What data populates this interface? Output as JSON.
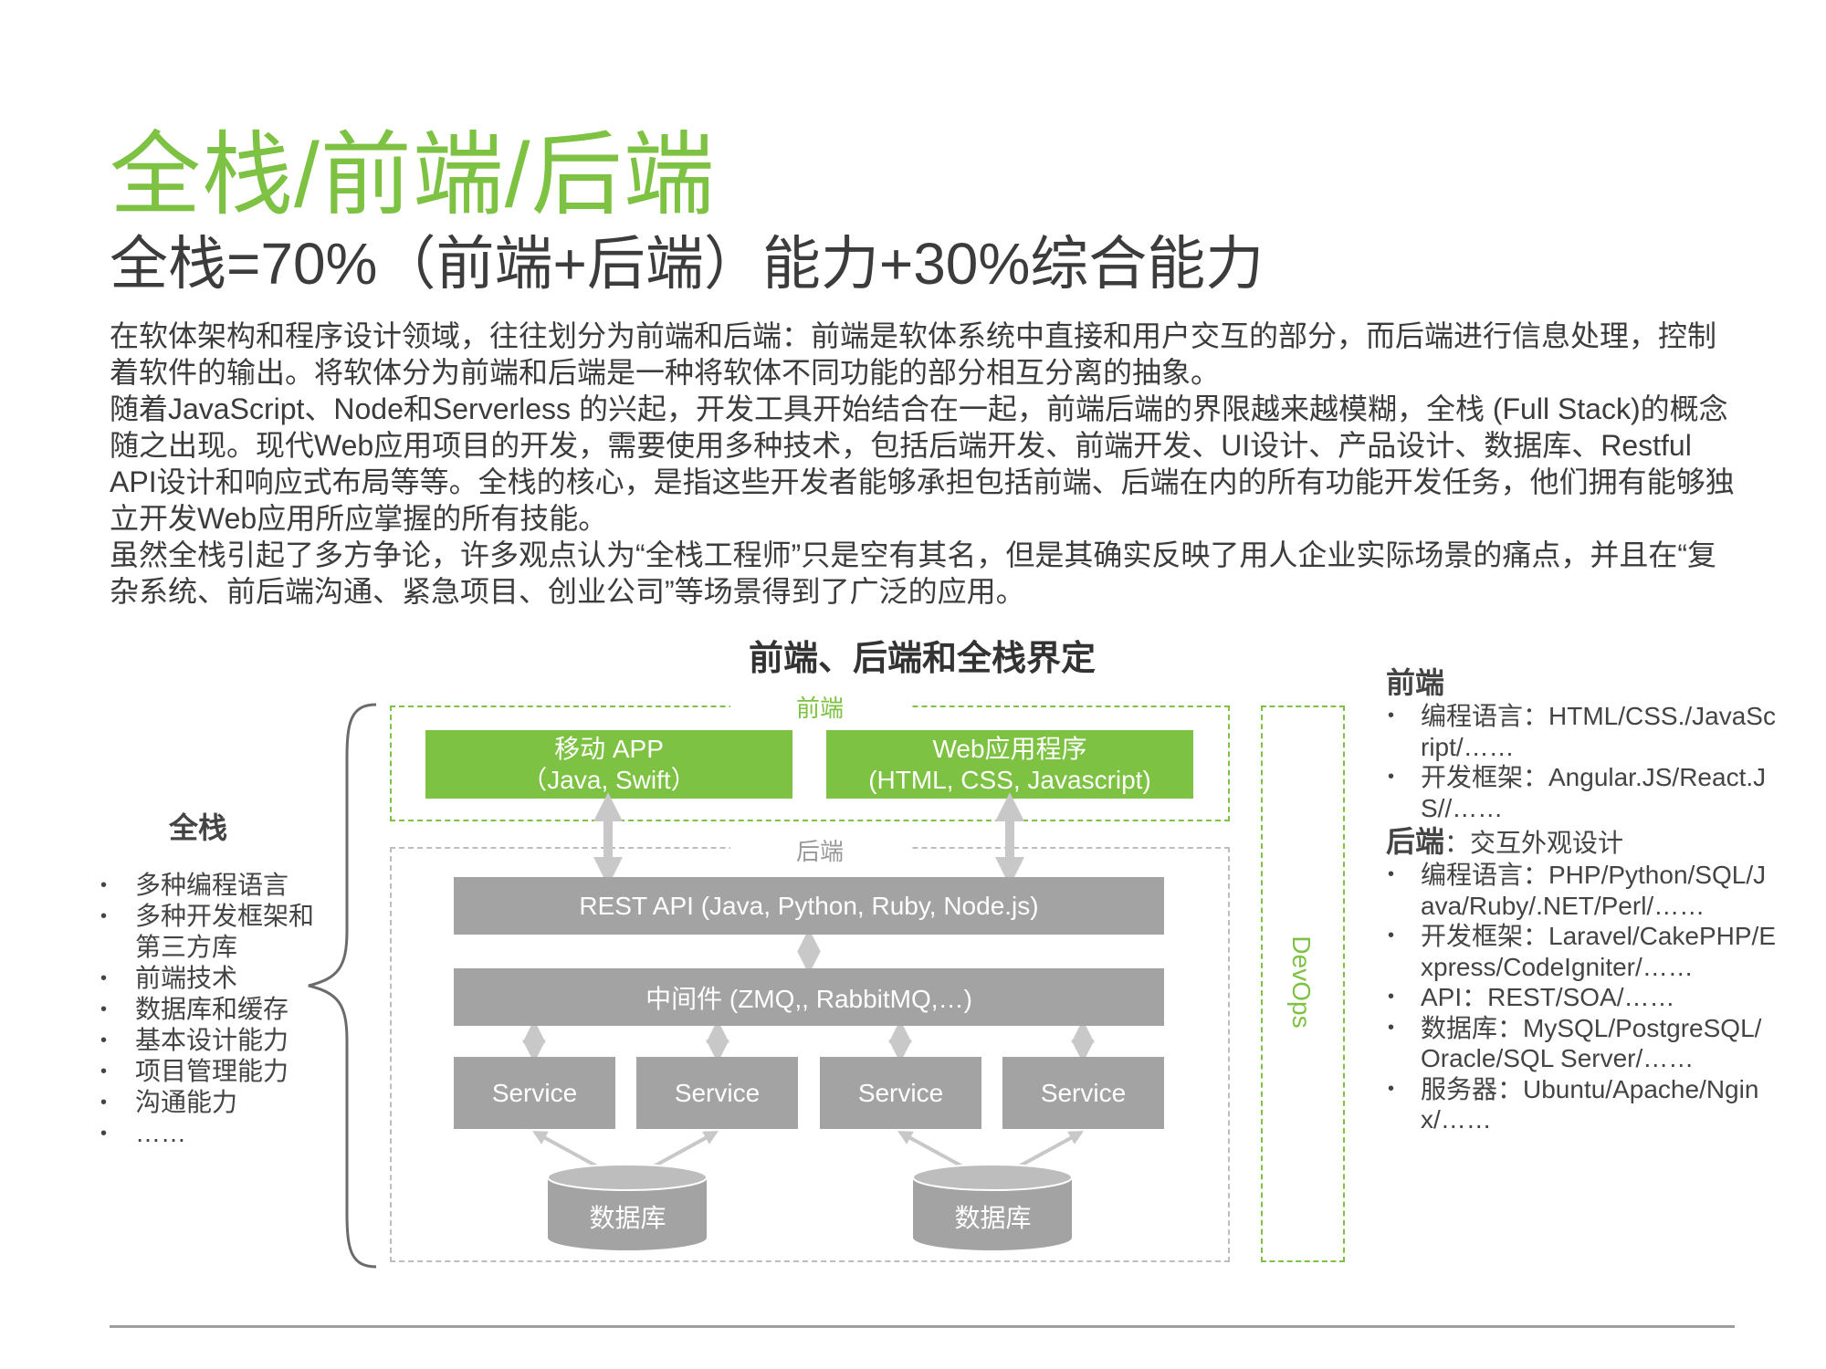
{
  "title": "全栈/前端/后端",
  "subtitle": "全栈=70%（前端+后端）能力+30%综合能力",
  "intro": [
    "在软体架构和程序设计领域，往往划分为前端和后端：前端是软体系统中直接和用户交互的部分，而后端进行信息处理，控制着软件的输出。将软体分为前端和后端是一种将软体不同功能的部分相互分离的抽象。",
    "随着JavaScript、Node和Serverless 的兴起，开发工具开始结合在一起，前端后端的界限越来越模糊，全栈 (Full Stack)的概念随之出现。现代Web应用项目的开发，需要使用多种技术，包括后端开发、前端开发、UI设计、产品设计、数据库、Restful API设计和响应式布局等等。全栈的核心，是指这些开发者能够承担包括前端、后端在内的所有功能开发任务，他们拥有能够独立开发Web应用所应掌握的所有技能。",
    "虽然全栈引起了多方争论，许多观点认为“全栈工程师”只是空有其名，但是其确实反映了用人企业实际场景的痛点，并且在“复杂系统、前后端沟通、紧急项目、创业公司”等场景得到了广泛的应用。"
  ],
  "diagram": {
    "title": "前端、后端和全栈界定",
    "frontend_label": "前端",
    "backend_label": "后端",
    "mobile_app": {
      "line1": "移动 APP",
      "line2": "（Java, Swift）"
    },
    "web_app": {
      "line1": "Web应用程序",
      "line2": "(HTML, CSS, Javascript)"
    },
    "rest_api": "REST API (Java, Python, Ruby, Node.js)",
    "middleware": "中间件 (ZMQ,, RabbitMQ,…)",
    "services": [
      "Service",
      "Service",
      "Service",
      "Service"
    ],
    "databases": [
      "数据库",
      "数据库"
    ],
    "devops": "DevOps"
  },
  "fullstack": {
    "heading": "全栈",
    "items": [
      "多种编程语言",
      "多种开发框架和第三方库",
      "前端技术",
      "数据库和缓存",
      "基本设计能力",
      "项目管理能力",
      "沟通能力",
      "……"
    ]
  },
  "frontend_panel": {
    "heading": "前端",
    "items": [
      "编程语言：HTML/CSS./JavaScript/……",
      "开发框架：Angular.JS/React.JS//……"
    ]
  },
  "backend_panel": {
    "heading": "后端",
    "desc": "：交互外观设计",
    "items": [
      "编程语言：PHP/Python/SQL/Java/Ruby/.NET/Perl/……",
      "开发框架：Laravel/CakePHP/Express/CodeIgniter/……",
      "API：REST/SOA/……",
      "数据库：MySQL/PostgreSQL/Oracle/SQL Server/……",
      "服务器：Ubuntu/Apache/Nginx/……"
    ]
  },
  "colors": {
    "accent_green": "#7dc242",
    "block_gray": "#a3a3a3",
    "text": "#3c3c3c"
  }
}
